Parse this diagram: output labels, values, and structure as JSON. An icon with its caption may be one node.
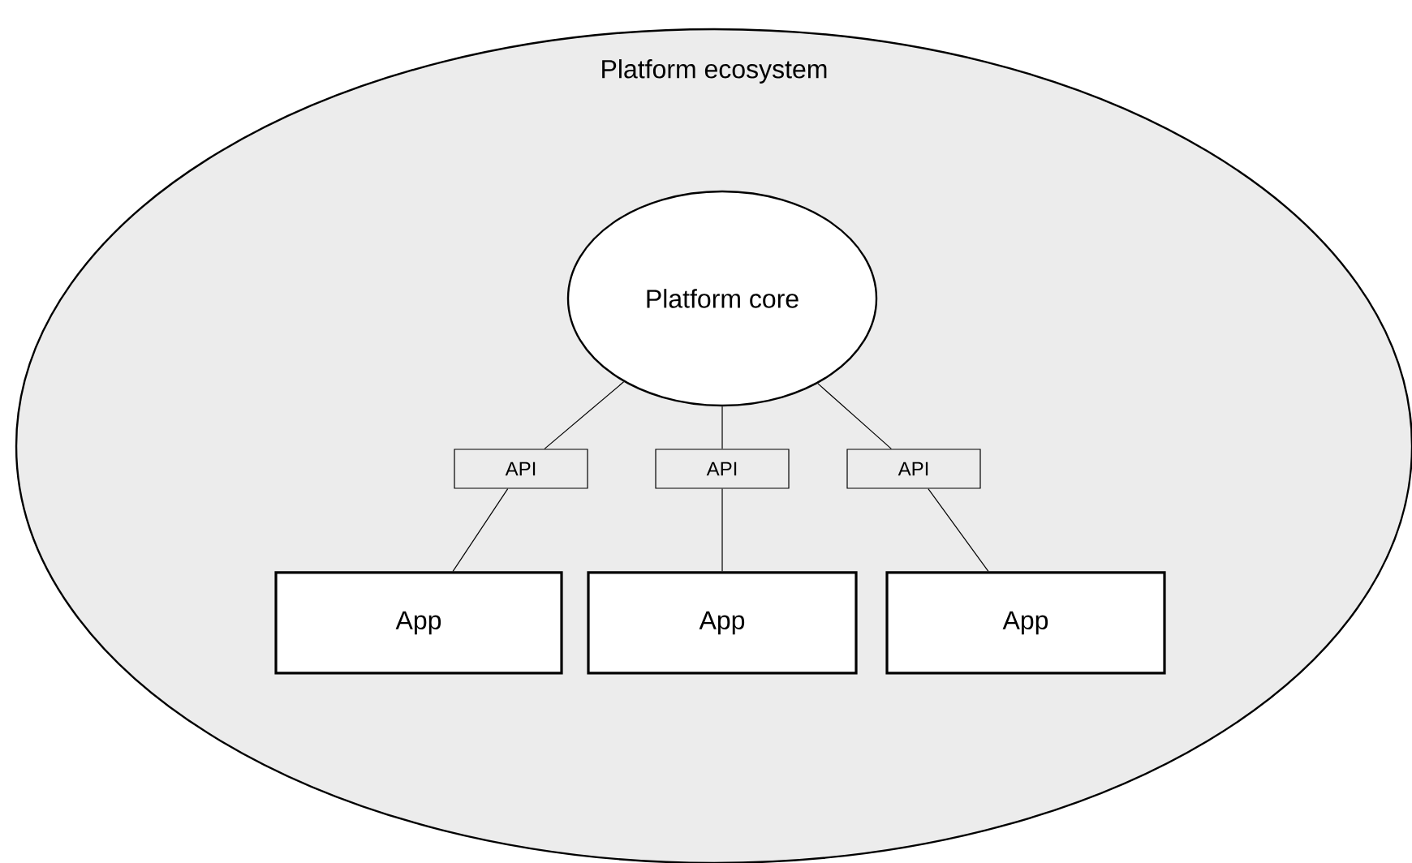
{
  "diagram": {
    "nodes": [
      {
        "text": [
          "Platform ecosystem"
        ]
      },
      {
        "text": [
          "Platform core"
        ],
        "in": 0
      },
      {
        "text": [
          "API"
        ],
        "in": 0
      },
      {
        "text": [
          "API"
        ],
        "in": 0
      },
      {
        "text": [
          "API"
        ],
        "in": 0
      },
      {
        "text": [
          "App"
        ],
        "in": 0
      },
      {
        "text": [
          "App"
        ],
        "in": 0
      },
      {
        "text": [
          "App"
        ],
        "in": 0
      }
    ],
    "edges": [
      {
        "from": 1,
        "to": 2,
        "arrow": "none"
      },
      {
        "from": 1,
        "to": 3,
        "arrow": "none"
      },
      {
        "from": 1,
        "to": 4,
        "arrow": "none"
      },
      {
        "from": 2,
        "to": 5,
        "arrow": "none"
      },
      {
        "from": 3,
        "to": 6,
        "arrow": "none"
      },
      {
        "from": 4,
        "to": 7,
        "arrow": "none"
      }
    ]
  }
}
